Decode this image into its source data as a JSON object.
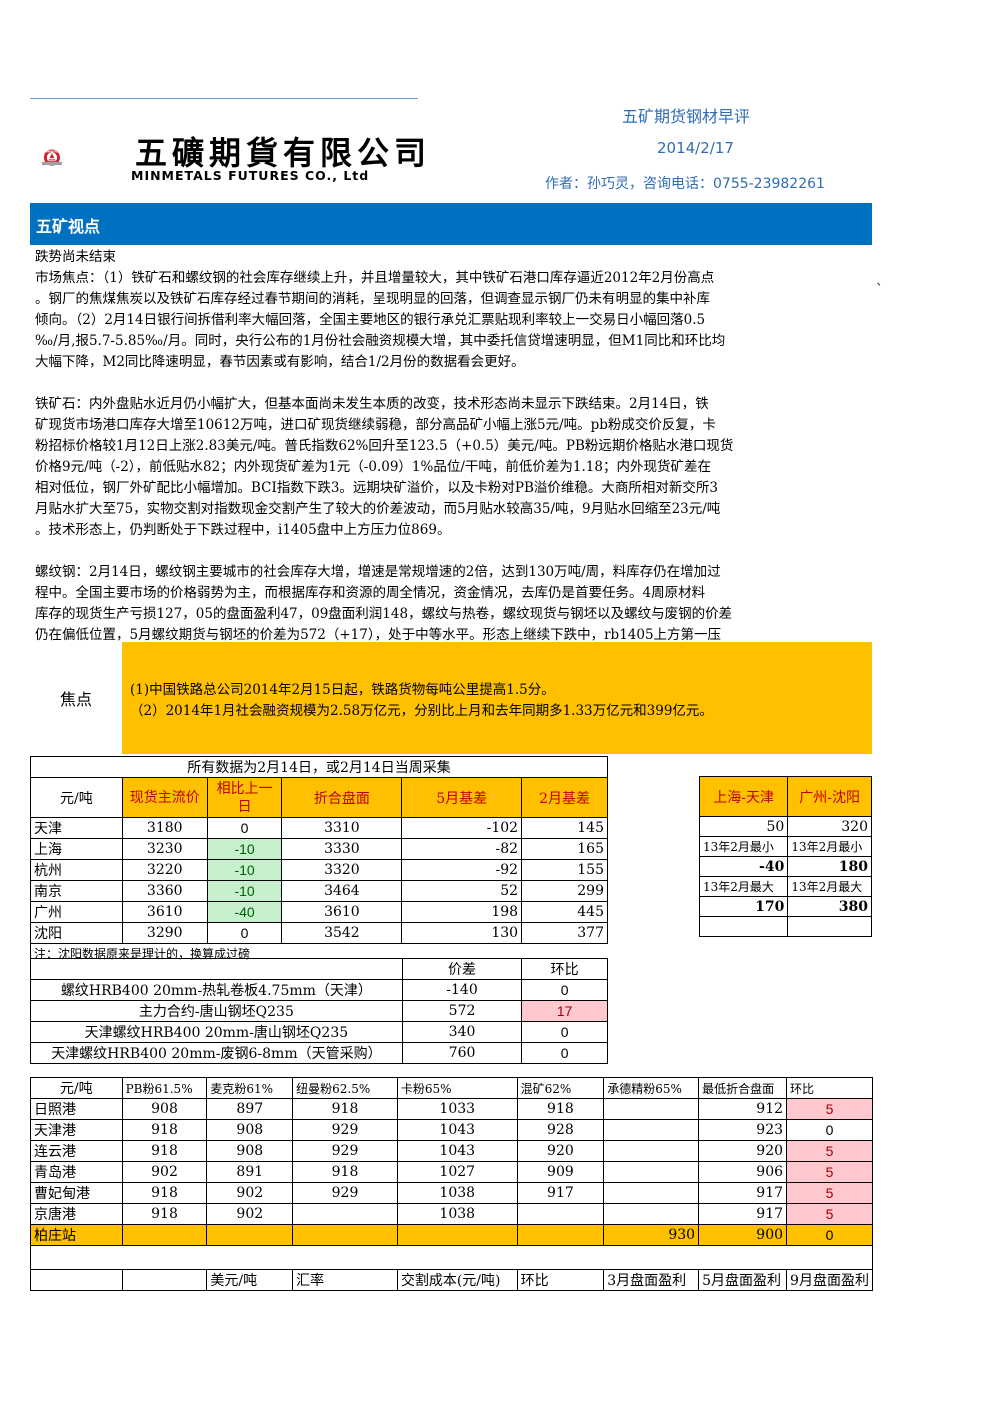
{
  "header": {
    "report_title": "五矿期货钢材早评",
    "date": "2014/2/17",
    "author": "作者：孙巧灵，咨询电话：0755-23982261",
    "logo_cn": "五礦期貨有限公司",
    "logo_en": "MINMETALS FUTURES CO., Ltd",
    "logo_ring": "MINMETALS"
  },
  "section": {
    "title": "五矿视点"
  },
  "commentary": {
    "headline": "跌势尚未结束",
    "market": [
      "市场焦点：（1）铁矿石和螺纹钢的社会库存继续上升，并且增量较大，其中铁矿石港口库存逼近2012年2月份高点",
      "。钢厂的焦煤焦炭以及铁矿石库存经过春节期间的消耗，呈现明显的回落，但调查显示钢厂仍未有明显的集中补库",
      "倾向。（2）2月14日银行间拆借利率大幅回落，全国主要地区的银行承兑汇票贴现利率较上一交易日小幅回落0.5",
      "‰/月,报5.7-5.85‰/月。同时，央行公布的1月份社会融资规模大增，其中委托信贷增速明显，但M1同比和环比均",
      "大幅下降，M2同比降速明显，春节因素或有影响，结合1/2月份的数据看会更好。"
    ],
    "stray_mark": "`",
    "iron_ore": [
      "铁矿石：内外盘贴水近月仍小幅扩大，但基本面尚未发生本质的改变，技术形态尚未显示下跌结束。2月14日，铁",
      "矿现货市场港口库存大增至10612万吨，进口矿现货继续弱稳，部分高品矿小幅上涨5元/吨。pb粉成交价反复，卡",
      "粉招标价格较1月12日上涨2.83美元/吨。普氏指数62%回升至123.5（+0.5）美元/吨。PB粉远期价格贴水港口现货",
      "价格9元/吨（-2），前低贴水82；内外现货矿差为1元（-0.09）1%品位/干吨，前低价差为1.18；内外现货矿差在",
      "相对低位，钢厂外矿配比小幅增加。BCI指数下跌3。远期块矿溢价，以及卡粉对PB溢价维稳。大商所相对新交所3",
      "月贴水扩大至75，实物交割对指数现金交割产生了较大的价差波动，而5月贴水较高35/吨，9月贴水回缩至23元/吨",
      "。技术形态上，仍判断处于下跌过程中，i1405盘中上方压力位869。"
    ],
    "rebar": [
      "螺纹钢：2月14日，螺纹钢主要城市的社会库存大增，增速是常规增速的2倍，达到130万吨/周，料库存仍在增加过",
      "程中。全国主要市场的价格弱势为主，而根据库存和资源的周全情况，资金情况，去库仍是首要任务。4周原材料",
      "库存的现货生产亏损127，05的盘面盈利47，09盘面利润148，螺纹与热卷，螺纹现货与钢坯以及螺纹与废钢的价差",
      "仍在偏低位置，5月螺纹期货与钢坯的价差为572（+17），处于中等水平。形态上继续下跌中，rb1405上方第一压"
    ]
  },
  "focus": {
    "label": "焦点",
    "items": [
      "(1)中国铁路总公司2014年2月15日起，铁路货物每吨公里提高1.5分。",
      "（2）2014年1月社会融资规模为2.58万亿元，分别比上月和去年同期多1.33万亿元和399亿元。"
    ]
  },
  "rebar_table": {
    "caption": "所有数据为2月14日，或2月14日当周采集",
    "headers": [
      "元/吨",
      "现货主流价",
      "相比上一日",
      "折合盘面",
      "5月基差",
      "2月基差"
    ],
    "rows": [
      {
        "city": "天津",
        "spot": "3180",
        "chg": "0",
        "equiv": "3310",
        "basis5": "-102",
        "basis2": "145",
        "chg_style": "plain"
      },
      {
        "city": "上海",
        "spot": "3230",
        "chg": "-10",
        "equiv": "3330",
        "basis5": "-82",
        "basis2": "165",
        "chg_style": "green"
      },
      {
        "city": "杭州",
        "spot": "3220",
        "chg": "-10",
        "equiv": "3320",
        "basis5": "-92",
        "basis2": "155",
        "chg_style": "green"
      },
      {
        "city": "南京",
        "spot": "3360",
        "chg": "-10",
        "equiv": "3464",
        "basis5": "52",
        "basis2": "299",
        "chg_style": "green"
      },
      {
        "city": "广州",
        "spot": "3610",
        "chg": "-40",
        "equiv": "3610",
        "basis5": "198",
        "basis2": "445",
        "chg_style": "green"
      },
      {
        "city": "沈阳",
        "spot": "3290",
        "chg": "0",
        "equiv": "3542",
        "basis5": "130",
        "basis2": "377",
        "chg_style": "plain"
      }
    ],
    "note": "注：沈阳数据原来是理计的，换算成过磅"
  },
  "regional_spread": {
    "headers": [
      "上海-天津",
      "广州-沈阳"
    ],
    "current": [
      "50",
      "320"
    ],
    "min_label": [
      "13年2月最小",
      "13年2月最小"
    ],
    "min": [
      "-40",
      "180"
    ],
    "max_label": [
      "13年2月最大",
      "13年2月最大"
    ],
    "max": [
      "170",
      "380"
    ]
  },
  "spread_table": {
    "headers": [
      "价差",
      "环比"
    ],
    "rows": [
      {
        "label": "螺纹HRB400 20mm-热轧卷板4.75mm（天津）",
        "value": "-140",
        "chg": "0",
        "chg_style": "plain"
      },
      {
        "label": "主力合约-唐山钢坯Q235",
        "value": "572",
        "chg": "17",
        "chg_style": "pink"
      },
      {
        "label": "天津螺纹HRB400 20mm-唐山钢坯Q235",
        "value": "340",
        "chg": "0",
        "chg_style": "plain"
      },
      {
        "label": "天津螺纹HRB400 20mm-废钢6-8mm（天管采购）",
        "value": "760",
        "chg": "0",
        "chg_style": "plain"
      }
    ]
  },
  "ore_table": {
    "headers": [
      "元/吨",
      "PB粉61.5%",
      "麦克粉61%",
      "纽曼粉62.5%",
      "卡粉65%",
      "混矿62%",
      "承德精粉65%",
      "最低折合盘面",
      "环比"
    ],
    "rows": [
      {
        "port": "日照港",
        "c": [
          "908",
          "897",
          "918",
          "1033",
          "918",
          "",
          "912",
          "5"
        ],
        "chg_style": "pink"
      },
      {
        "port": "天津港",
        "c": [
          "918",
          "908",
          "929",
          "1043",
          "928",
          "",
          "923",
          "0"
        ],
        "chg_style": "plain"
      },
      {
        "port": "连云港",
        "c": [
          "918",
          "908",
          "929",
          "1043",
          "920",
          "",
          "920",
          "5"
        ],
        "chg_style": "pink"
      },
      {
        "port": "青岛港",
        "c": [
          "902",
          "891",
          "918",
          "1027",
          "909",
          "",
          "906",
          "5"
        ],
        "chg_style": "pink"
      },
      {
        "port": "曹妃甸港",
        "c": [
          "918",
          "902",
          "929",
          "1038",
          "917",
          "",
          "917",
          "5"
        ],
        "chg_style": "pink"
      },
      {
        "port": "京唐港",
        "c": [
          "918",
          "902",
          "",
          "1038",
          "",
          "",
          "917",
          "5"
        ],
        "chg_style": "pink"
      },
      {
        "port": "柏庄站",
        "c": [
          "",
          "",
          "",
          "",
          "",
          "930",
          "900",
          "0"
        ],
        "chg_style": "amber"
      }
    ],
    "footer": [
      "",
      "",
      "美元/吨",
      "汇率",
      "交割成本(元/吨)",
      "环比",
      "3月盘面盈利",
      "5月盘面盈利",
      "9月盘面盈利"
    ]
  }
}
